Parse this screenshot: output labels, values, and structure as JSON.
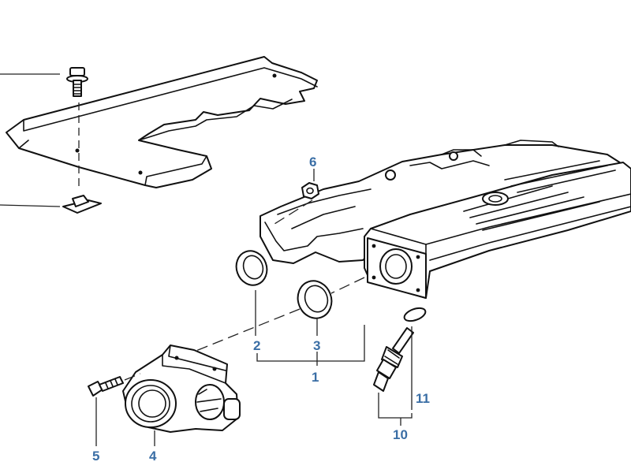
{
  "diagram": {
    "line_color": "#111111",
    "callout_color": "#3a6ea5",
    "callouts": [
      {
        "id": "c1",
        "label": "1"
      },
      {
        "id": "c2",
        "label": "2"
      },
      {
        "id": "c3",
        "label": "3"
      },
      {
        "id": "c4",
        "label": "4"
      },
      {
        "id": "c5",
        "label": "5"
      },
      {
        "id": "c6",
        "label": "6"
      },
      {
        "id": "c10",
        "label": "10"
      },
      {
        "id": "c11",
        "label": "11"
      }
    ]
  }
}
